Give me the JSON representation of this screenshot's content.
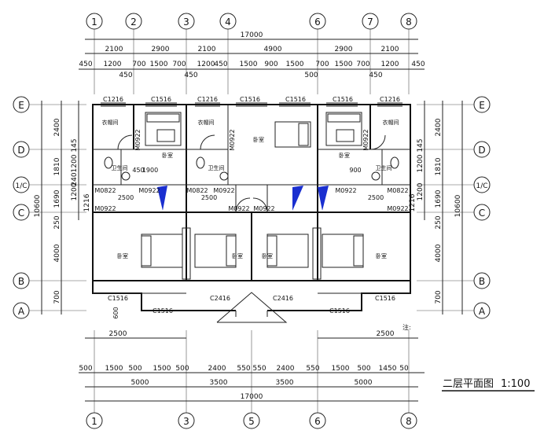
{
  "title": {
    "text": "二层平面图",
    "scale": "1:100"
  },
  "note": "注:",
  "axes_top": [
    "1",
    "2",
    "3",
    "4",
    "6",
    "7",
    "8"
  ],
  "axes_bottom": [
    "1",
    "3",
    "5",
    "6",
    "8"
  ],
  "axes_side": [
    "E",
    "D",
    "1/C",
    "C",
    "B",
    "A"
  ],
  "top_dims": {
    "total": "17000",
    "row1": [
      "2100",
      "2900",
      "2100",
      "4900",
      "2900",
      "2100"
    ],
    "row2": [
      "450",
      "1200",
      "450",
      "700",
      "1500",
      "700",
      "450",
      "1200",
      "450",
      "1500",
      "900",
      "1500",
      "500",
      "700",
      "1500",
      "700",
      "450",
      "1200",
      "450"
    ]
  },
  "bottom_dims": {
    "total": "17000",
    "row1": [
      "500",
      "1500",
      "500",
      "1500",
      "500",
      "2400",
      "550",
      "550",
      "2400",
      "550",
      "1500",
      "500",
      "1450",
      "50"
    ],
    "row2": [
      "5000",
      "3500",
      "3500",
      "5000"
    ],
    "mid_left": "2500",
    "mid_right": "2500"
  },
  "left_dims": {
    "total": "10600",
    "row1": [
      "2400",
      "1810",
      "1690",
      "250",
      "4000",
      "700"
    ],
    "row2": [
      "145",
      "1200",
      "240",
      "1200",
      "1216"
    ]
  },
  "right_dims": {
    "total": "10600",
    "row1": [
      "2400",
      "1810",
      "1690",
      "250",
      "4000",
      "700"
    ],
    "row2": [
      "145",
      "1200",
      "1200",
      "1216"
    ]
  },
  "rooms": {
    "closet": "衣帽间",
    "bedroom": "卧室",
    "bath": "卫生间"
  },
  "tags": {
    "c1216": "C1216",
    "c1516": "C1516",
    "c2416": "C2416",
    "m0922": "M0922",
    "m0822": "M0822",
    "d2500": "2500",
    "d900": "900",
    "d450": "450",
    "d600": "600",
    "d1900": "1900"
  }
}
